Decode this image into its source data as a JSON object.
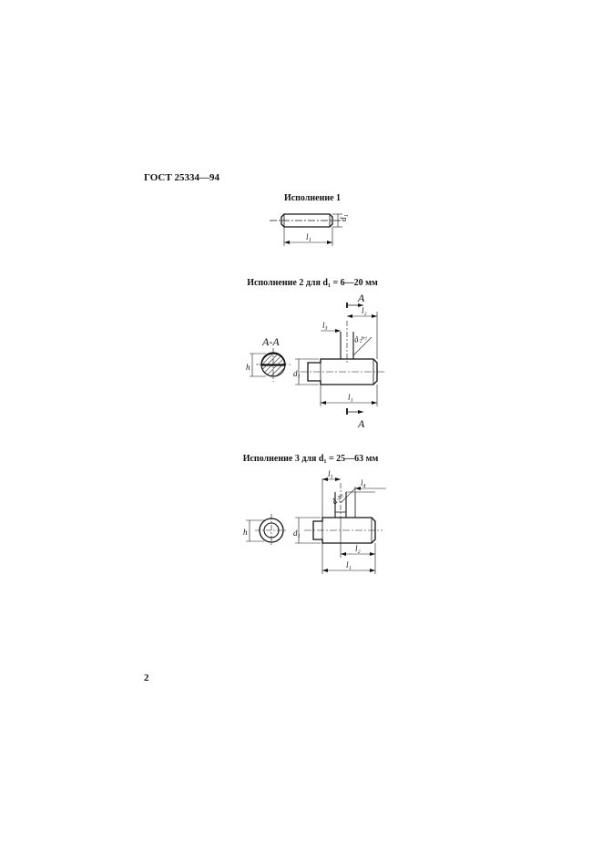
{
  "document": {
    "header": "ГОСТ 25334—94",
    "page_number": "2"
  },
  "figures": [
    {
      "caption": "Исполнение 1",
      "labels": {
        "d1": "d₁",
        "l1": "l₁"
      }
    },
    {
      "caption": "Исполнение 2 для d₁ = 6—20 мм",
      "labels": {
        "section": "A-A",
        "cut_top": "A",
        "cut_bottom": "A",
        "h": "h",
        "d1": "d₁",
        "l1": "l₁",
        "l2": "l₂",
        "l3": "l₃",
        "d2": "d₂ₕ₇"
      }
    },
    {
      "caption": "Исполнение 3 для d₁ = 25—63 мм",
      "labels": {
        "h": "h",
        "d1": "d₁",
        "l1": "l₁",
        "l2": "l₂",
        "l3": "l₃",
        "l4": "l₄",
        "d2": "d₂ₕ₇"
      }
    }
  ]
}
